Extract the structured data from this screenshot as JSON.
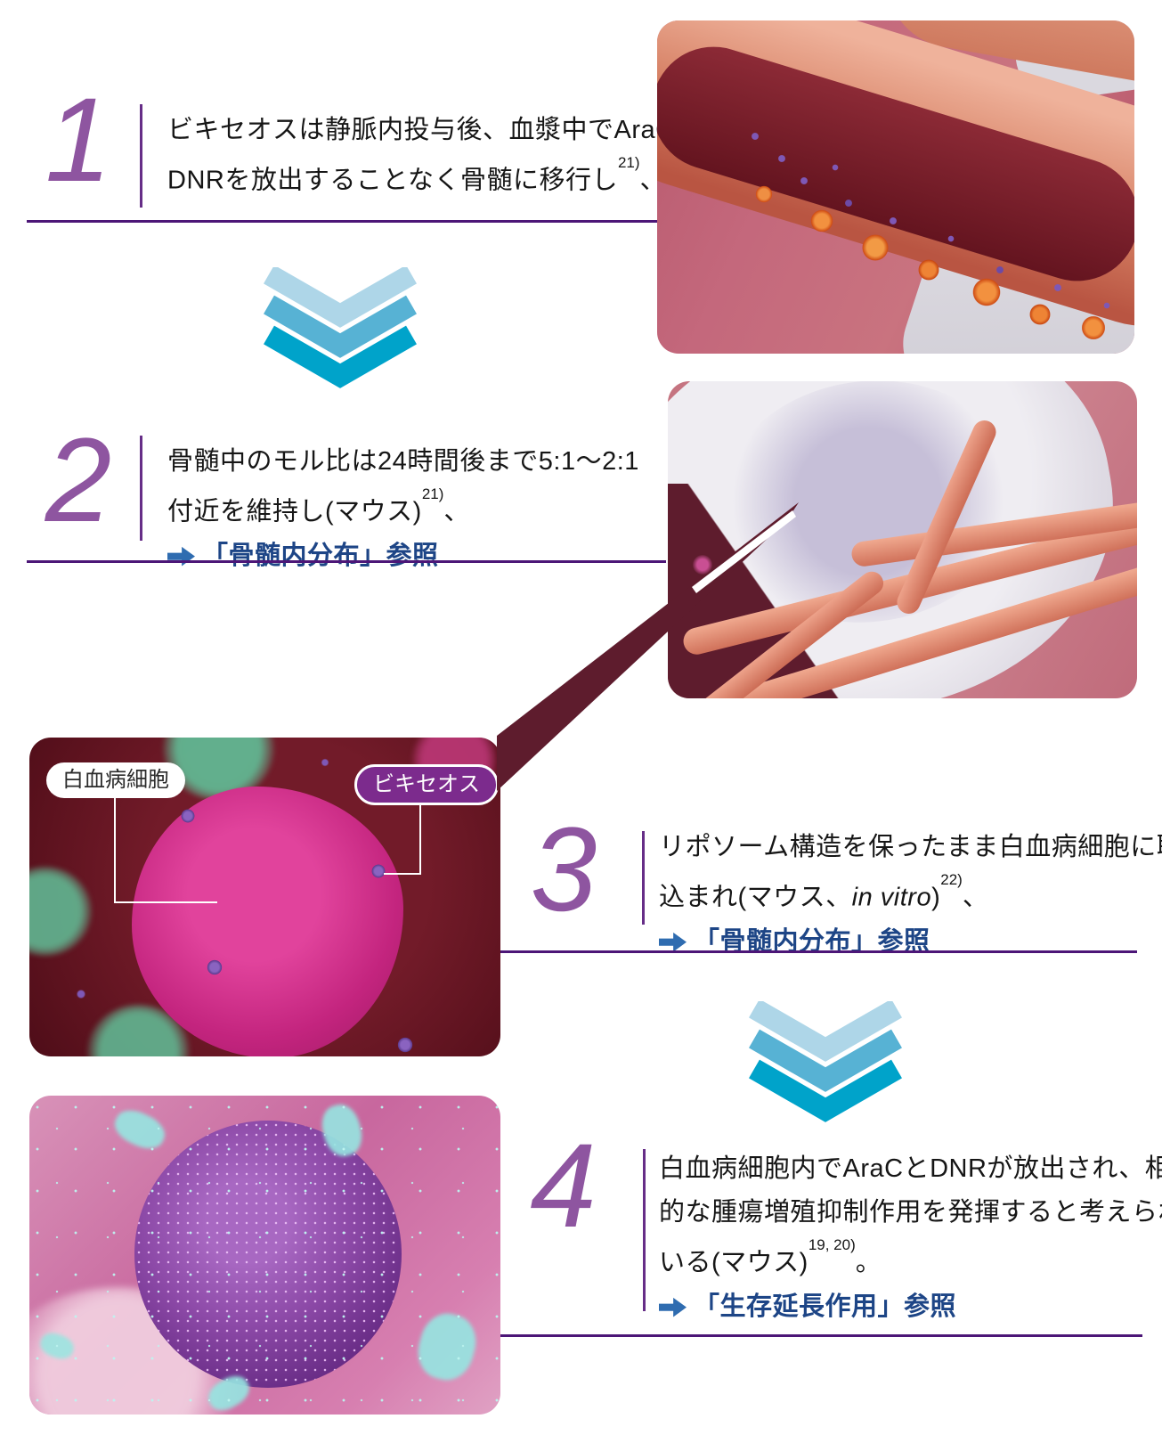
{
  "colors": {
    "step_number": "#8e55a0",
    "divider": "#662d87",
    "rule": "#4c1677",
    "body_text": "#161616",
    "link_text": "#1d4586",
    "link_arrow": "#2f6cb0",
    "chevron_light": "#aed6e8",
    "chevron_mid": "#57b2d4",
    "chevron_dark": "#00a3ca",
    "callout_wedge": "#5e1c2d",
    "pill_purple": "#7c2b8d"
  },
  "steps": [
    {
      "number": "1",
      "line1": "ビキセオスは静脈内投与後、血漿中でAraCや",
      "line2_pre": "DNRを放出することなく骨髄に移行し",
      "line2_sup": "21)",
      "line2_tail": "、"
    },
    {
      "number": "2",
      "line1": "骨髄中のモル比は24時間後まで5:1〜2:1",
      "line2_pre": "付近を維持し(マウス)",
      "line2_sup": "21)",
      "line2_tail": "、",
      "link_label": "「骨髄内分布」参照"
    },
    {
      "number": "3",
      "line1": "リポソーム構造を保ったまま白血病細胞に取り",
      "line2_pre": "込まれ(マウス、",
      "line2_italic": "in vitro",
      "line2_mid": ")",
      "line2_sup": "22)",
      "line2_tail": "、",
      "link_label": "「骨髄内分布」参照"
    },
    {
      "number": "4",
      "line1": "白血病細胞内でAraCとDNRが放出され、相乗",
      "line2": "的な腫瘍増殖抑制作用を発揮すると考えられて",
      "line3_pre": "いる(マウス)",
      "line3_sup": "19, 20)",
      "line3_tail": "。",
      "link_label": "「生存延長作用」参照"
    }
  ],
  "image_labels": {
    "leukemia_cell": "白血病細胞",
    "vyxeos": "ビキセオス"
  },
  "icons": {
    "flow_arrow": "chevron-down-icon",
    "reference_arrow": "arrow-right-icon"
  }
}
